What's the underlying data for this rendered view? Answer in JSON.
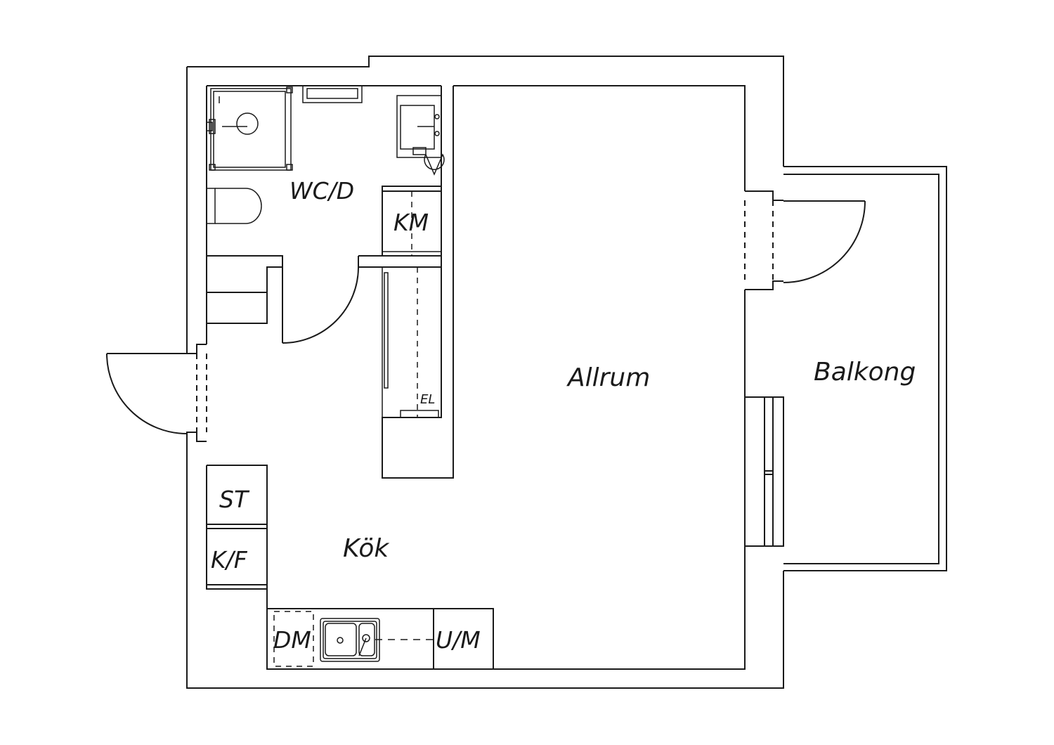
{
  "rooms": {
    "wc": "WC/D",
    "km": "KM",
    "allrum": "Allrum",
    "balkong": "Balkong",
    "kok": "Kök",
    "el": "EL",
    "st": "ST",
    "kf": "K/F",
    "dm": "DM",
    "um": "U/M"
  },
  "colors": {
    "line": "#1a1a1a",
    "background": "#ffffff"
  }
}
